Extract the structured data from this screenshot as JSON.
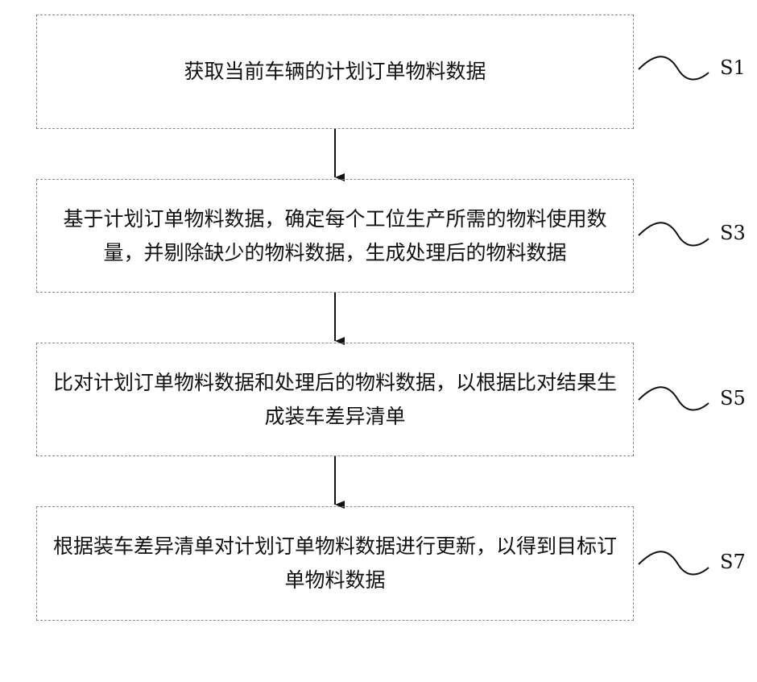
{
  "steps": [
    {
      "id": "S1",
      "text": "获取当前车辆的计划订单物料数据"
    },
    {
      "id": "S3",
      "text": "基于计划订单物料数据，确定每个工位生产所需的物料使用数量，并剔除缺少的物料数据，生成处理后的物料数据"
    },
    {
      "id": "S5",
      "text": "比对计划订单物料数据和处理后的物料数据，以根据比对结果生成装车差异清单"
    },
    {
      "id": "S7",
      "text": "根据装车差异清单对计划订单物料数据进行更新，以得到目标订单物料数据"
    }
  ]
}
